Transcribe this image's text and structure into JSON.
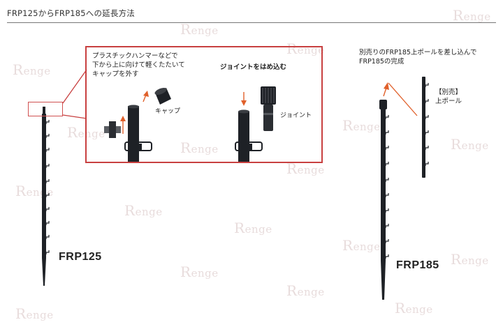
{
  "title": "FRP125からFRP185への延長方法",
  "watermark": "Renge",
  "callout": {
    "step1_text": "プラスチックハンマーなどで\n下から上に向けて軽くたたいて\nキャップを外す",
    "cap_label": "キャップ",
    "step2_text": "ジョイントをはめ込む",
    "joint_label": "ジョイント"
  },
  "right": {
    "instruction": "別売りのFRP185上ポールを差し込んで\nFRP185の完成",
    "upper_pole_label": "【別売】\n上ポール"
  },
  "models": {
    "left": "FRP125",
    "right": "FRP185"
  },
  "colors": {
    "accent_red": "#c84040",
    "arrow_orange": "#e0602a",
    "pole": "#1e2126"
  }
}
